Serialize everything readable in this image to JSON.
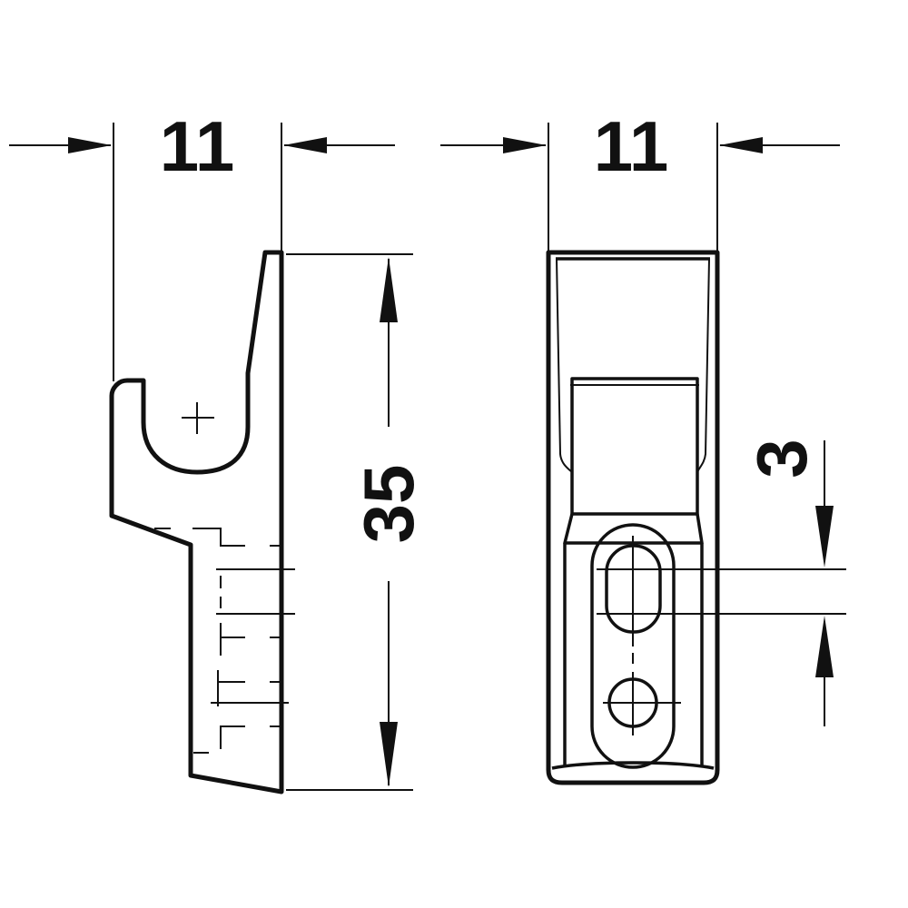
{
  "drawing": {
    "side_view": {
      "width_dimension": "11",
      "height_dimension": "35"
    },
    "front_view": {
      "width_dimension": "11",
      "slot_adjustment_dimension": "3"
    },
    "line_color": "#111111",
    "background": "#ffffff"
  }
}
